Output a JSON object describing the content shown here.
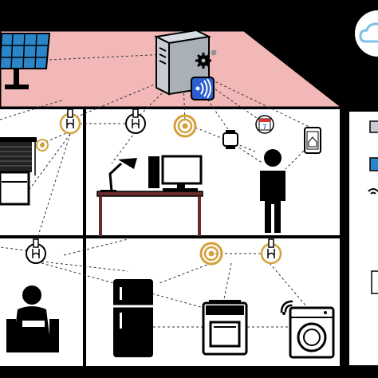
{
  "colors": {
    "background": "#000000",
    "roof_fill": "#f2b8b8",
    "panel_blue": "#2a86c8",
    "room_fill": "#ffffff",
    "desk_brown": "#6a2a2a",
    "sensor_gold": "#d4a03a",
    "cloud_blue": "#7ec0e6",
    "nfc_blue": "#2b5fd0"
  },
  "diagram": {
    "calendar_day": "7"
  },
  "nodes": [
    {
      "id": "solar-panel",
      "icon": "solar-panel-icon"
    },
    {
      "id": "home-server",
      "icon": "server-icon"
    },
    {
      "id": "cloud",
      "icon": "cloud-icon"
    },
    {
      "id": "smart-bulb",
      "icon": "lightbulb-icon"
    },
    {
      "id": "rfid-sensor",
      "icon": "rfid-sensor-icon"
    },
    {
      "id": "smart-window",
      "icon": "window-blind-icon"
    },
    {
      "id": "desk-lamp",
      "icon": "desk-lamp-icon"
    },
    {
      "id": "computer",
      "icon": "computer-icon"
    },
    {
      "id": "person-standing",
      "icon": "person-icon"
    },
    {
      "id": "smartwatch",
      "icon": "smartwatch-icon"
    },
    {
      "id": "calendar",
      "icon": "calendar-icon"
    },
    {
      "id": "smartphone",
      "icon": "smartphone-icon"
    },
    {
      "id": "person-seated",
      "icon": "seated-person-icon"
    },
    {
      "id": "refrigerator",
      "icon": "refrigerator-icon"
    },
    {
      "id": "oven",
      "icon": "oven-icon"
    },
    {
      "id": "washing-machine",
      "icon": "washing-machine-icon"
    }
  ]
}
